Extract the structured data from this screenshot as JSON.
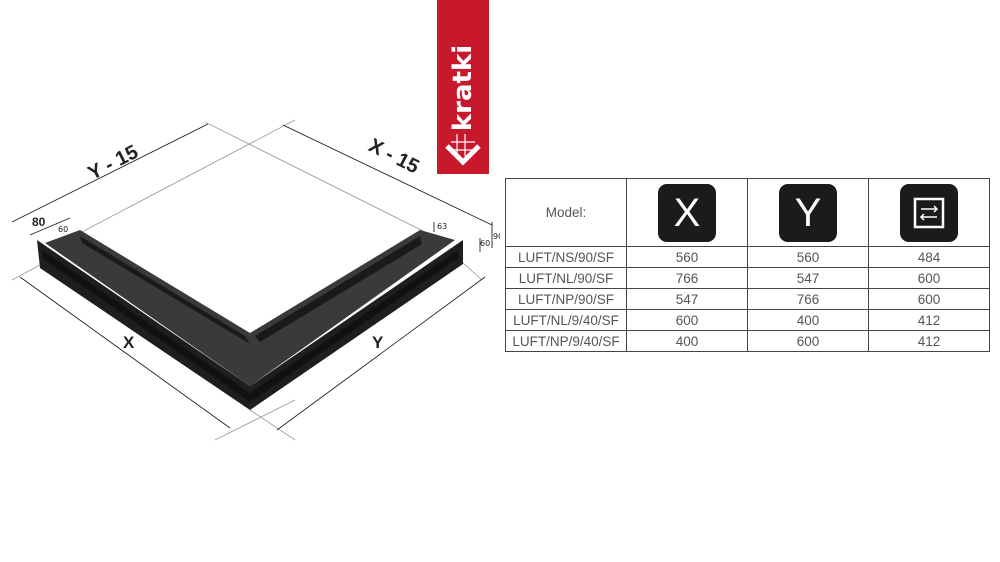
{
  "brand": {
    "name": "kratki",
    "color": "#c8182c"
  },
  "drawing": {
    "dim_y_minus": "Y - 15",
    "dim_x_minus": "X - 15",
    "dim_x": "X",
    "dim_y": "Y",
    "dim_80": "80",
    "dim_60a": "60",
    "dim_63": "63",
    "dim_90": "90",
    "dim_60b": "60"
  },
  "table": {
    "header": {
      "model": "Model:",
      "x": "X",
      "y": "Y",
      "icon": "swap-arrows-icon"
    },
    "rows": [
      {
        "model": "LUFT/NS/90/SF",
        "x": "560",
        "y": "560",
        "v": "484"
      },
      {
        "model": "LUFT/NL/90/SF",
        "x": "766",
        "y": "547",
        "v": "600"
      },
      {
        "model": "LUFT/NP/90/SF",
        "x": "547",
        "y": "766",
        "v": "600"
      },
      {
        "model": "LUFT/NL/9/40/SF",
        "x": "600",
        "y": "400",
        "v": "412"
      },
      {
        "model": "LUFT/NP/9/40/SF",
        "x": "400",
        "y": "600",
        "v": "412"
      }
    ]
  }
}
